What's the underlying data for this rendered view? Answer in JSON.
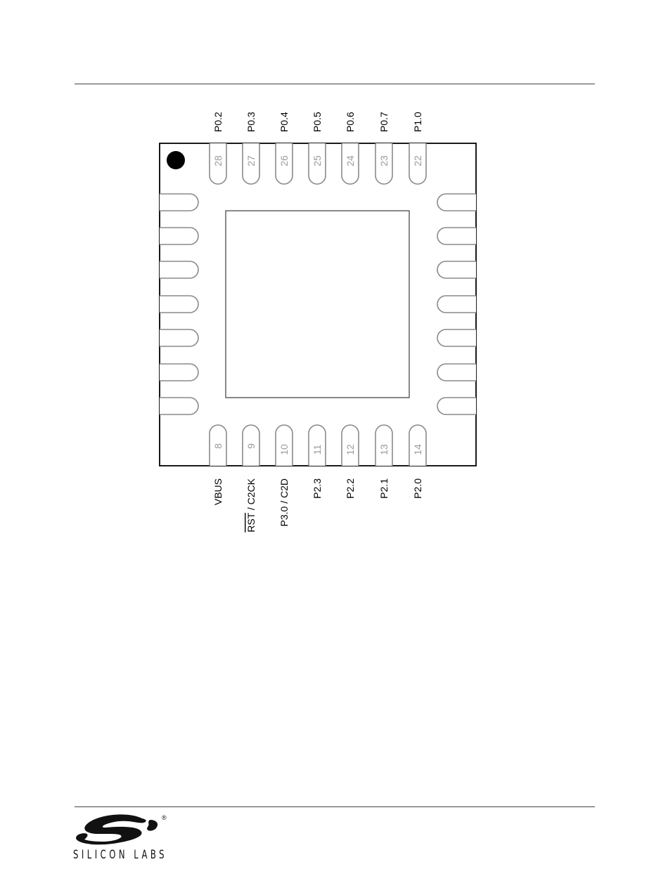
{
  "document": {
    "company": "SILICON LABS",
    "trademark": "®"
  },
  "pinout": {
    "top_pins": [
      {
        "num": "28",
        "signal": "P0.2"
      },
      {
        "num": "27",
        "signal": "P0.3"
      },
      {
        "num": "26",
        "signal": "P0.4"
      },
      {
        "num": "25",
        "signal": "P0.5"
      },
      {
        "num": "24",
        "signal": "P0.6"
      },
      {
        "num": "23",
        "signal": "P0.7"
      },
      {
        "num": "22",
        "signal": "P1.0"
      }
    ],
    "bottom_pins": [
      {
        "num": "8",
        "signal": "VBUS"
      },
      {
        "num": "9",
        "signal_overbar": "RST",
        "signal": " / C2CK"
      },
      {
        "num": "10",
        "signal": "P3.0 / C2D"
      },
      {
        "num": "11",
        "signal": "P2.3"
      },
      {
        "num": "12",
        "signal": "P2.2"
      },
      {
        "num": "13",
        "signal": "P2.1"
      },
      {
        "num": "14",
        "signal": "P2.0"
      }
    ],
    "left_pin_count": 7,
    "right_pin_count": 7
  }
}
